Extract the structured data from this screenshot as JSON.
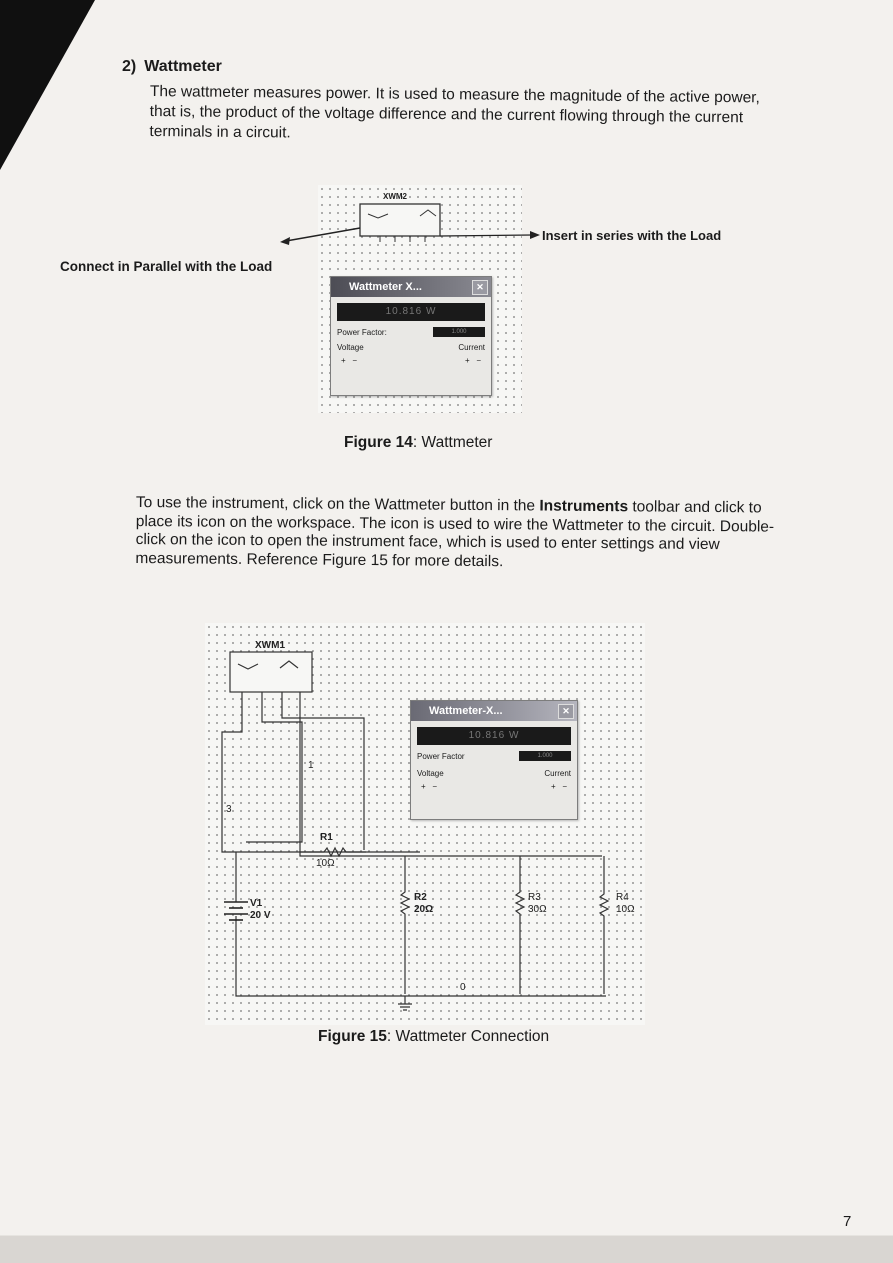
{
  "section": {
    "number": "2)",
    "title": "Wattmeter"
  },
  "intro": "The wattmeter measures power. It is used to measure the magnitude of the active power, that is, the product of the voltage difference and the current flowing through the current terminals in a circuit.",
  "figure14": {
    "instrument_ref": "XWM2",
    "label_left": "Connect in Parallel with the Load",
    "label_right": "Insert in series with the Load",
    "window_title": "Wattmeter X...",
    "display": "10.816 W",
    "power_factor_label": "Power Factor:",
    "power_factor_value": "1.000",
    "voltage_label": "Voltage",
    "current_label": "Current",
    "caption_bold": "Figure 14",
    "caption_text": ": Wattmeter"
  },
  "instructions": {
    "before": "To use the instrument, click on the Wattmeter button in the ",
    "bold": "Instruments",
    "after": " toolbar and click to place its icon on the workspace. The icon is used to wire the Wattmeter to the circuit. Double-click on the icon to open the instrument face, which is used to enter settings and view measurements. Reference Figure 15 for more details."
  },
  "figure15": {
    "instrument_ref": "XWM1",
    "window_title": "Wattmeter-X...",
    "display": "10.816 W",
    "power_factor_label": "Power Factor",
    "power_factor_value": "1.000",
    "voltage_label": "Voltage",
    "current_label": "Current",
    "components": {
      "r1": "R1",
      "r1_value": "10Ω",
      "r2": "R2",
      "r2_value": "20Ω",
      "r3": "R3",
      "r3_value": "30Ω",
      "r4": "R4",
      "r4_value": "10Ω",
      "v1": "V1",
      "v1_value": "20 V",
      "node_1": "1",
      "node_3": "3",
      "node_0": "0"
    },
    "caption_bold": "Figure 15",
    "caption_text": ": Wattmeter Connection"
  },
  "page_number": "7"
}
